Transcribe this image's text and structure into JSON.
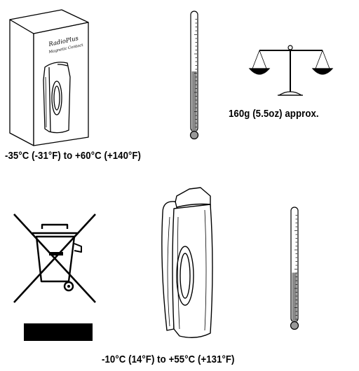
{
  "packaging": {
    "brand_line1": "RadioPlus",
    "brand_line2": "Magnetic Contact"
  },
  "storage_temperature": {
    "label": "-35°C (-31°F) to +60°C (+140°F)",
    "fill_fraction": 0.5
  },
  "weight": {
    "label": "160g (5.5oz) approx."
  },
  "operating_temperature": {
    "label": "-10°C (14°F) to +55°C (+131°F)",
    "fill_fraction": 0.43
  }
}
